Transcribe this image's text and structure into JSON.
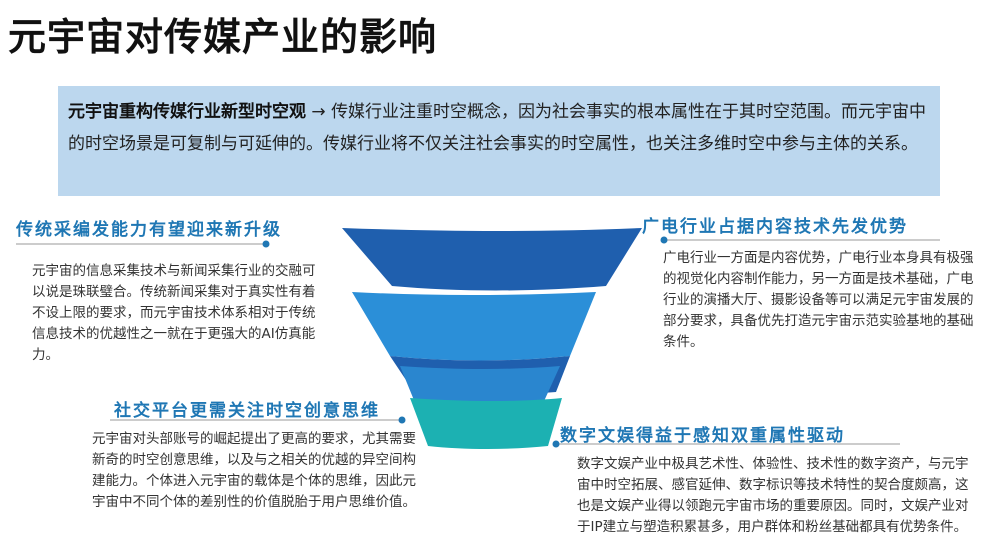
{
  "title": "元宇宙对传媒产业的影响",
  "summary": {
    "lead": "元宇宙重构传媒行业新型时空观",
    "arrow": " → ",
    "text": "传媒行业注重时空概念，因为社会事实的根本属性在于其时空范围。而元宇宙中的时空场景是可复制与可延伸的。传媒行业将不仅关注社会事实的时空属性，也关注多维时空中参与主体的关系。"
  },
  "sections": [
    {
      "title": "传统采编发能力有望迎来新升级",
      "body": "元宇宙的信息采集技术与新闻采集行业的交融可以说是珠联璧合。传统新闻采集对于真实性有着不设上限的要求，而元宇宙技术体系相对于传统信息技术的优越性之一就在于更强大的AI仿真能力。"
    },
    {
      "title": "广电行业占据内容技术先发优势",
      "body": "广电行业一方面是内容优势，广电行业本身具有极强的视觉化内容制作能力，另一方面是技术基础，广电行业的演播大厅、摄影设备等可以满足元宇宙发展的部分要求，具备优先打造元宇宙示范实验基地的基础条件。"
    },
    {
      "title": "社交平台更需关注时空创意思维",
      "body": "元宇宙对头部账号的崛起提出了更高的要求，尤其需要新奇的时空创意思维，以及与之相关的优越的异空间构建能力。个体进入元宇宙的载体是个体的思维，因此元宇宙中不同个体的差别性的价值脱胎于用户思维价值。"
    },
    {
      "title": "数字文娱得益于感知双重属性驱动",
      "body": "数字文娱产业中极具艺术性、体验性、技术性的数字资产，与元宇宙中时空拓展、感官延伸、数字标识等技术特性的契合度颇高，这也是文娱产业得以领跑元宇宙市场的重要原因。同时，文娱产业对于IP建立与塑造积累甚多，用户群体和粉丝基础都具有优势条件。"
    }
  ],
  "colors": {
    "accent": "#1f77b4",
    "summary_bg": "#bcd7ee",
    "funnel_band_1": "#1f5fae",
    "funnel_band_2": "#2b8fd8",
    "funnel_band_3": "#2a86cf",
    "funnel_band_4": "#1cb1b2"
  }
}
